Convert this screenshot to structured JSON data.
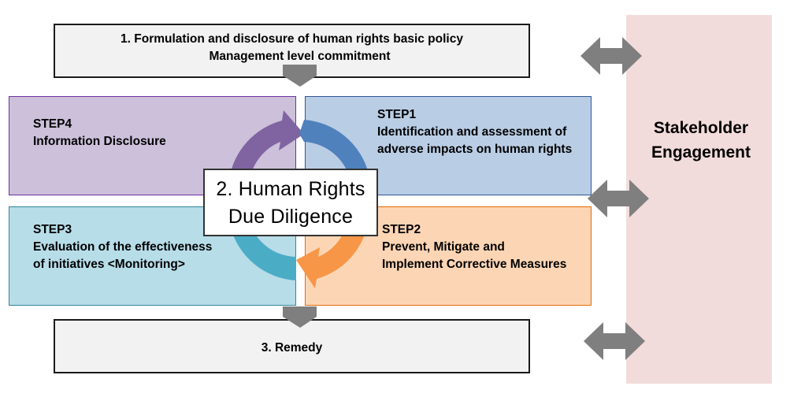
{
  "top_box": {
    "line1": "1.  Formulation and disclosure of human rights basic policy",
    "line2": "Management level commitment"
  },
  "steps": {
    "step4": {
      "title": "STEP4",
      "desc": "Information Disclosure"
    },
    "step1": {
      "title": "STEP1",
      "desc": "Identification and assessment of\nadverse impacts on human rights"
    },
    "step3": {
      "title": "STEP3",
      "desc": "Evaluation of the effectiveness\nof initiatives   <Monitoring>"
    },
    "step2": {
      "title": "STEP2",
      "desc": "Prevent, Mitigate and\nImplement Corrective Measures"
    }
  },
  "center": {
    "line1": "2. Human Rights",
    "line2": "Due Diligence"
  },
  "bottom_box": {
    "label": "3.  Remedy"
  },
  "stakeholder": {
    "line1": "Stakeholder",
    "line2": "Engagement"
  },
  "colors": {
    "step4_fill": "#ccc0da",
    "step1_fill": "#b9cde5",
    "step3_fill": "#b7dde8",
    "step2_fill": "#fcd5b5",
    "cycle_purple": "#8064a2",
    "cycle_blue": "#4f81bd",
    "cycle_orange": "#f79646",
    "cycle_teal": "#4bacc6",
    "arrow_gray": "#7f7f7f",
    "stakeholder_panel": "#f2dcdb"
  }
}
